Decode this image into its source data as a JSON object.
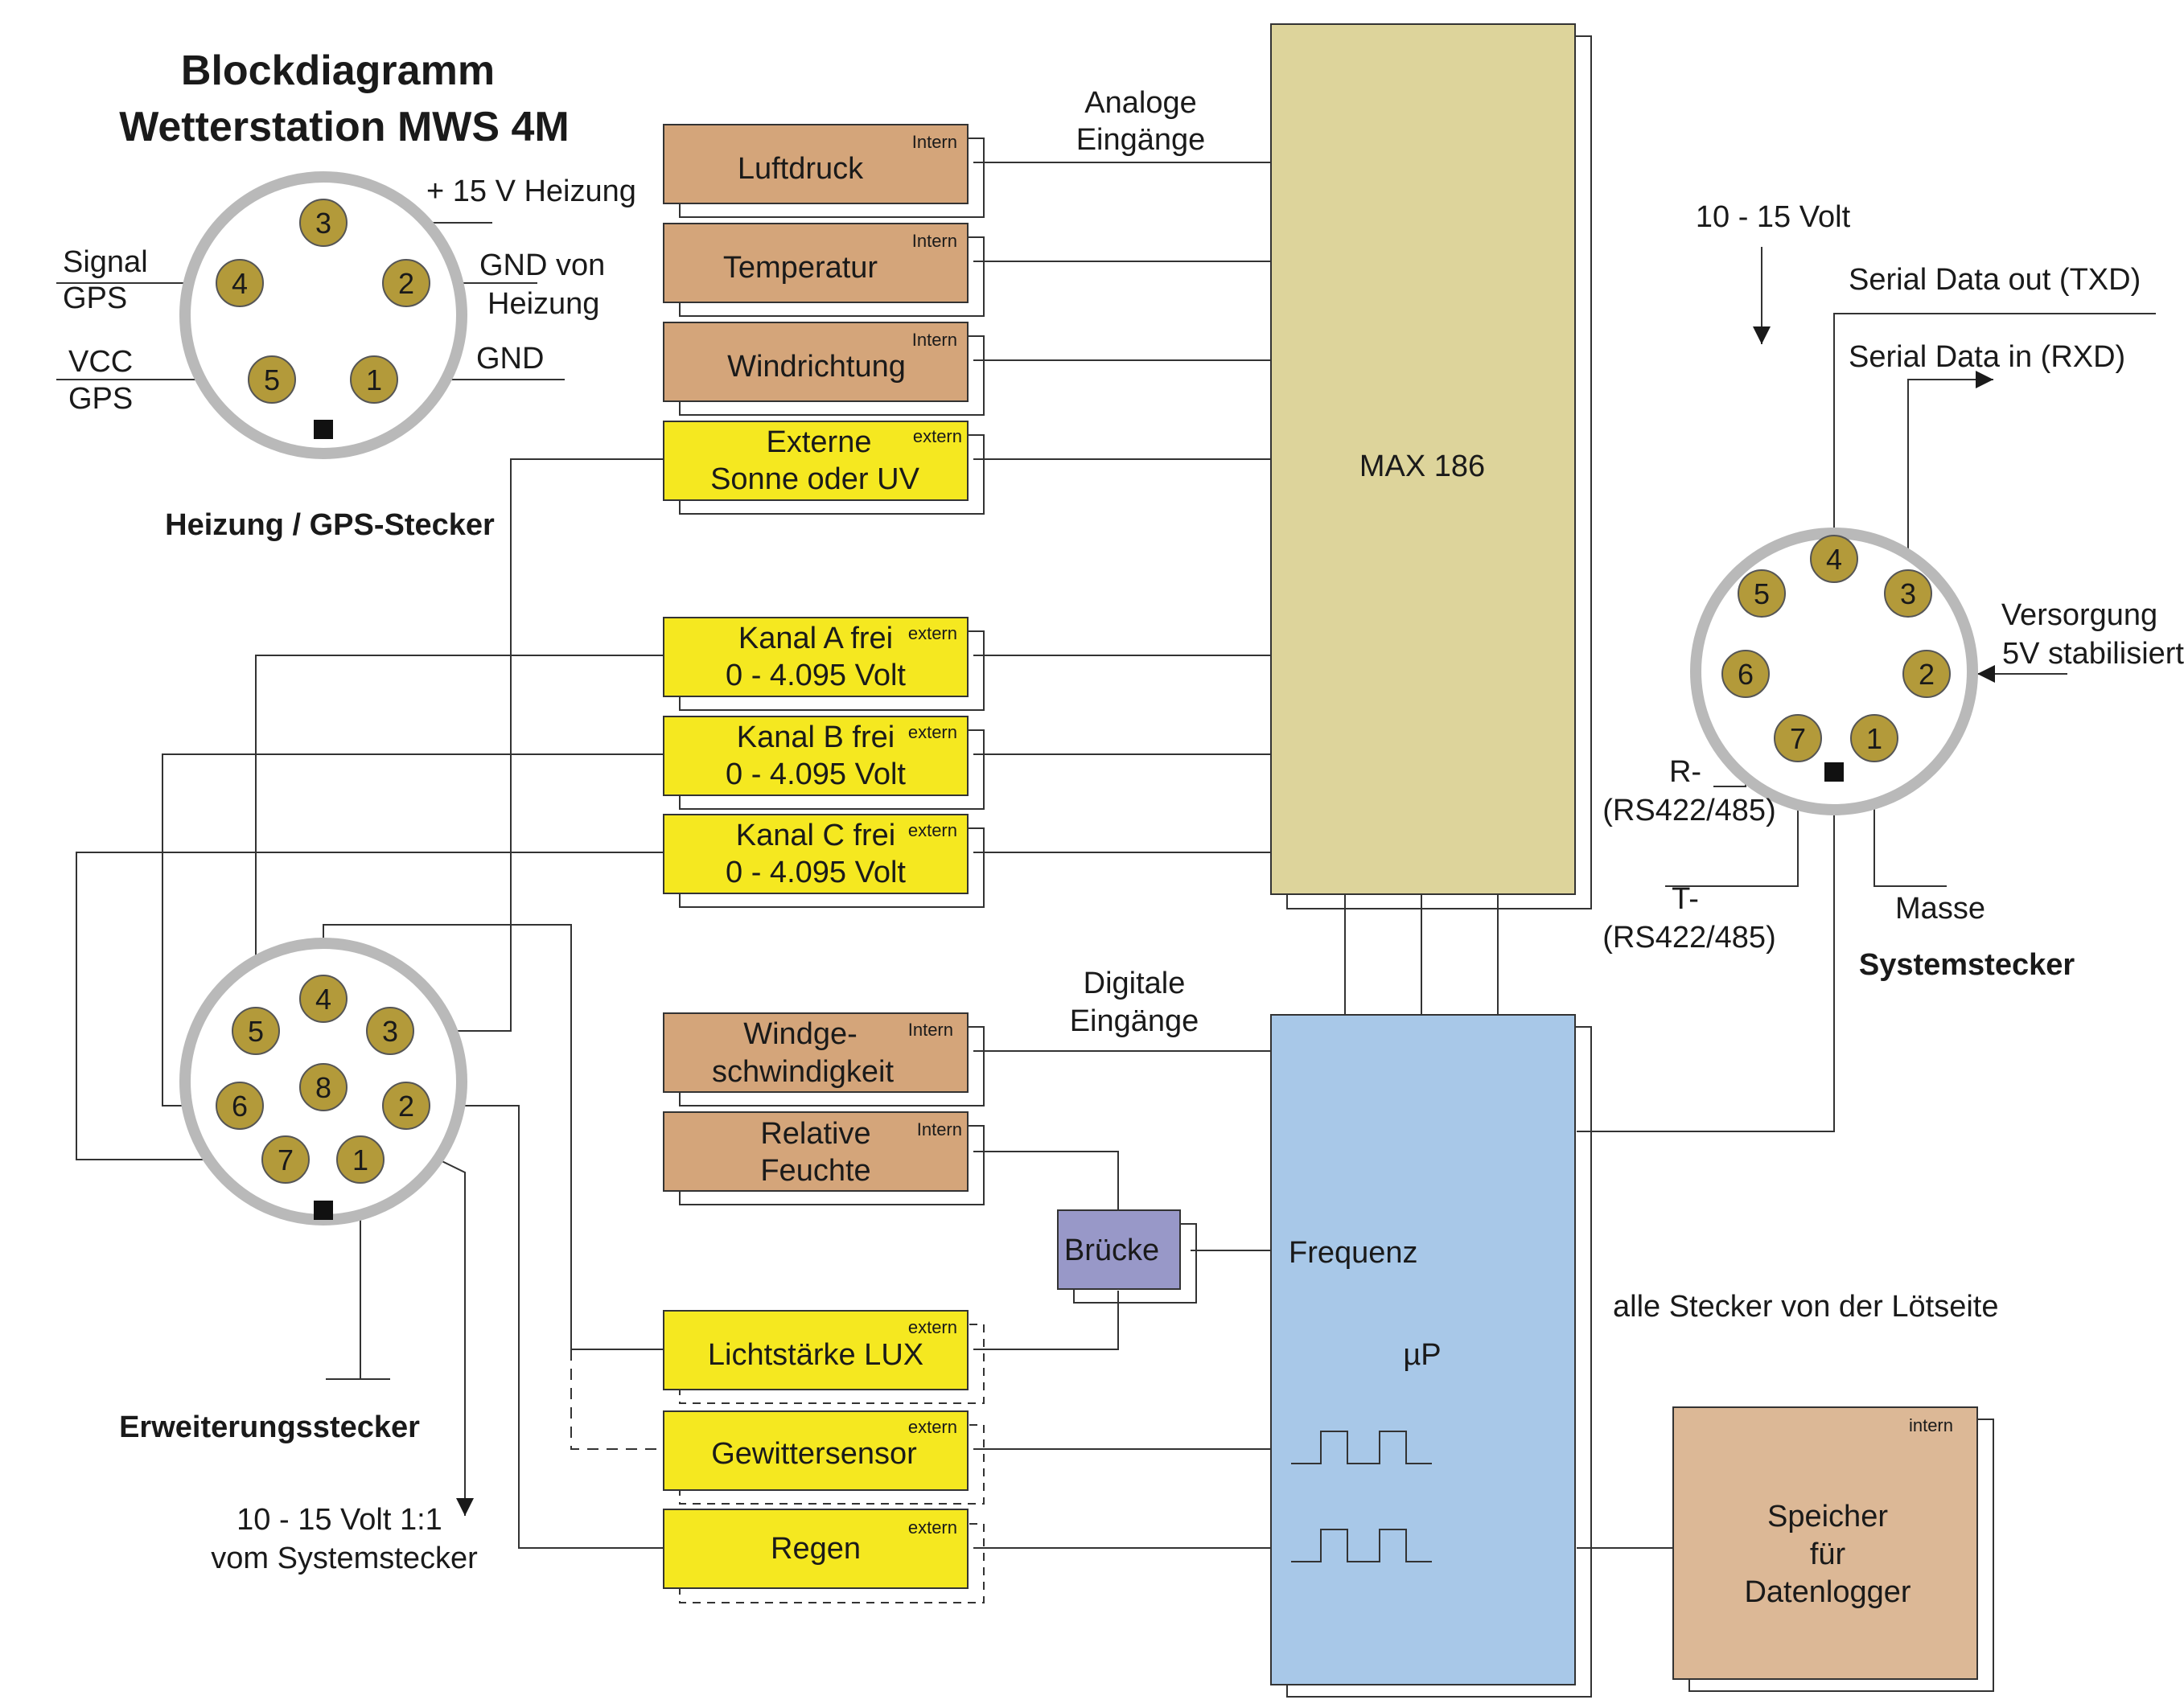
{
  "title": {
    "line1": "Blockdiagramm",
    "line2": "Wetterstation MWS 4M"
  },
  "colors": {
    "intern_box": "#d4a57a",
    "extern_box": "#f5e820",
    "max186": "#ddd49b",
    "up": "#a8c8e8",
    "bruecke": "#9898c8",
    "speicher": "#dcb896",
    "pin": "#b39a3a",
    "connector_ring": "#b9b9b9"
  },
  "gps_connector": {
    "caption": "Heizung / GPS-Stecker",
    "pins": [
      "3",
      "4",
      "2",
      "5",
      "1"
    ],
    "labels": {
      "pin3": "+ 15 V Heizung",
      "pin4_a": "Signal",
      "pin4_b": "GPS",
      "pin2_a": "GND von",
      "pin2_b": "Heizung",
      "pin5_a": "VCC",
      "pin5_b": "GPS",
      "pin1": "GND"
    }
  },
  "analog_inputs": {
    "heading_a": "Analoge",
    "heading_b": "Eingänge",
    "boxes": [
      {
        "line1": "Luftdruck",
        "line2": "",
        "tag": "Intern"
      },
      {
        "line1": "Temperatur",
        "line2": "",
        "tag": "Intern"
      },
      {
        "line1": "Windrichtung",
        "line2": "",
        "tag": "Intern"
      },
      {
        "line1": "Externe",
        "line2": "Sonne oder UV",
        "tag": "extern"
      },
      {
        "line1": "Kanal A frei",
        "line2": "0 - 4.095 Volt",
        "tag": "extern"
      },
      {
        "line1": "Kanal B frei",
        "line2": "0 - 4.095 Volt",
        "tag": "extern"
      },
      {
        "line1": "Kanal C frei",
        "line2": "0 - 4.095 Volt",
        "tag": "extern"
      }
    ]
  },
  "max186": {
    "label": "MAX 186"
  },
  "digital_inputs": {
    "heading_a": "Digitale",
    "heading_b": "Eingänge",
    "boxes": [
      {
        "line1": "Windge-",
        "line2": "schwindigkeit",
        "tag": "Intern"
      },
      {
        "line1": "Relative",
        "line2": "Feuchte",
        "tag": "Intern"
      },
      {
        "line1": "Lichtstärke LUX",
        "line2": "",
        "tag": "extern"
      },
      {
        "line1": "Gewittersensor",
        "line2": "",
        "tag": "extern"
      },
      {
        "line1": "Regen",
        "line2": "",
        "tag": "extern"
      }
    ]
  },
  "bruecke": {
    "label": "Brücke"
  },
  "up_block": {
    "frequenz": "Frequenz",
    "label": "µP"
  },
  "speicher": {
    "tag": "intern",
    "line1": "Speicher",
    "line2": "für",
    "line3": "Datenlogger"
  },
  "system_connector": {
    "caption": "Systemstecker",
    "pins": [
      "4",
      "5",
      "3",
      "6",
      "2",
      "7",
      "1"
    ],
    "labels": {
      "supply": "10 - 15 Volt",
      "txd": "Serial Data out (TXD)",
      "rxd": "Serial Data in (RXD)",
      "vers_a": "Versorgung",
      "vers_b": "5V stabilisiert",
      "r_a": "R-",
      "r_b": "(RS422/485)",
      "t_a": "T-",
      "t_b": "(RS422/485)",
      "masse": "Masse"
    }
  },
  "expansion_connector": {
    "caption": "Erweiterungsstecker",
    "pins": [
      "4",
      "5",
      "3",
      "8",
      "6",
      "2",
      "7",
      "1"
    ],
    "note_a": "10 - 15 Volt 1:1",
    "note_b": "vom Systemstecker"
  },
  "note": "alle Stecker von der Lötseite"
}
